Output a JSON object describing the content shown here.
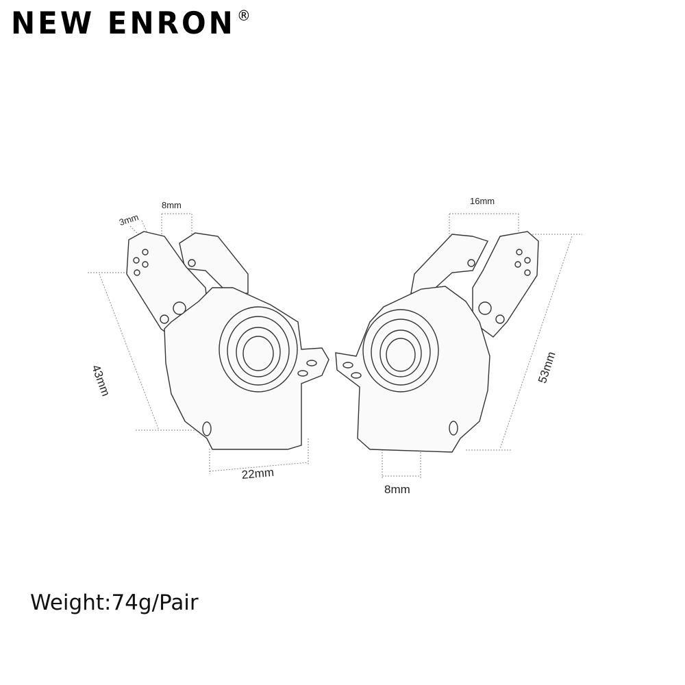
{
  "brand": {
    "name": "NEW ENRON",
    "registered_mark": "®"
  },
  "dimensions": {
    "top_left_small": "3mm",
    "top_left_width": "8mm",
    "left_height": "43mm",
    "left_bottom_width": "22mm",
    "top_right_width": "16mm",
    "right_height": "53mm",
    "right_bottom_width": "8mm"
  },
  "weight_text": "Weight:74g/Pair",
  "colors": {
    "line": "#333333",
    "dim_line": "#8a8a8a",
    "fill": "#fafafa"
  }
}
